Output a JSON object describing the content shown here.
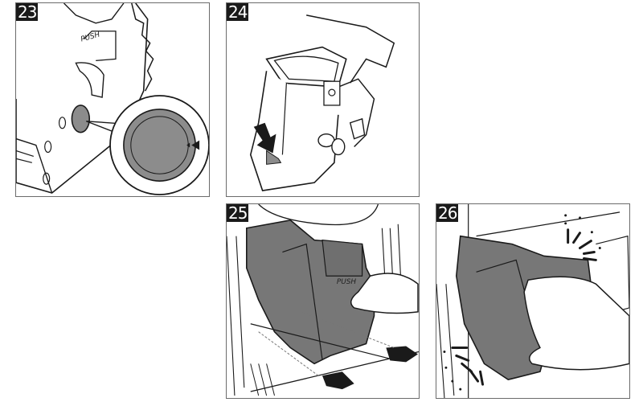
{
  "document": {
    "type": "instruction-illustrations",
    "steps": [
      {
        "number": "23",
        "label_text": "PUSH",
        "description": "Brew group side view with round indicator; callout magnifies the grey dial with arrow marker"
      },
      {
        "number": "24",
        "description": "Brew group viewed from angle, black arrow pointing down at grey lever at bottom"
      },
      {
        "number": "25",
        "label_text": "PUSH",
        "description": "Hand holds grey brew group sliding it into the machine; two black arrows point at guide rails"
      },
      {
        "number": "26",
        "description": "Hand pushes brew group in until it clicks into place; click marks shown"
      }
    ]
  },
  "colors": {
    "border": "#6b6b6b",
    "part_fill": "#8c8c8c",
    "dark_part_fill": "#6f6f6f",
    "badge_bg": "#1a1a1a",
    "badge_text": "#ffffff",
    "line": "#1a1a1a"
  }
}
